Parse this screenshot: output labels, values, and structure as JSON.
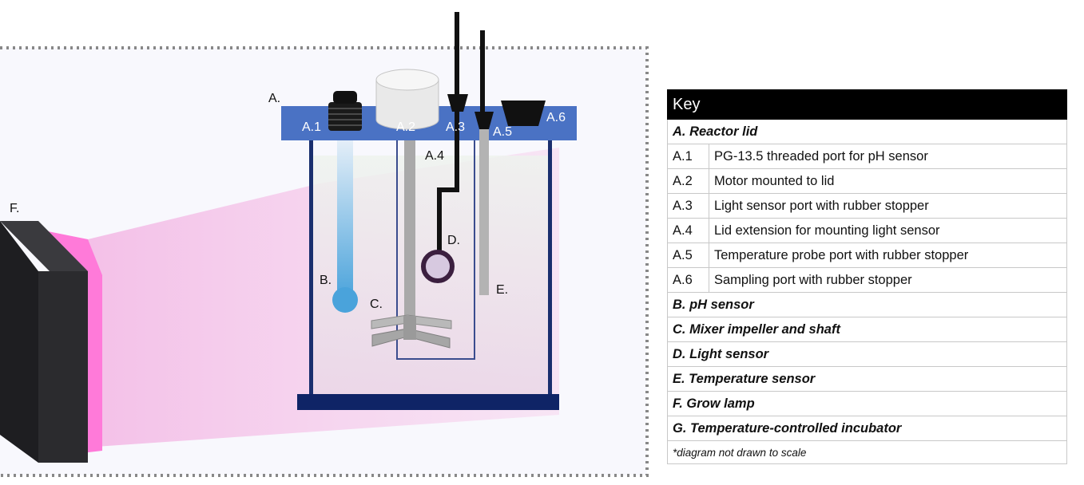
{
  "labels": {
    "A": "A.",
    "A1": "A.1",
    "A2": "A.2",
    "A3": "A.3",
    "A4": "A.4",
    "A5": "A.5",
    "A6": "A.6",
    "B": "B.",
    "C": "C.",
    "D": "D.",
    "E": "E.",
    "F": "F."
  },
  "key": {
    "title": "Key",
    "section_a": "A. Reactor lid",
    "items": [
      {
        "code": "A.1",
        "desc": "PG-13.5 threaded port for pH sensor"
      },
      {
        "code": "A.2",
        "desc": "Motor mounted to lid"
      },
      {
        "code": "A.3",
        "desc": "Light sensor port with rubber stopper"
      },
      {
        "code": "A.4",
        "desc": "Lid extension for mounting light sensor"
      },
      {
        "code": "A.5",
        "desc": "Temperature probe port with rubber stopper"
      },
      {
        "code": "A.6",
        "desc": "Sampling port with rubber stopper"
      }
    ],
    "sections": [
      "B. pH sensor",
      "C. Mixer impeller and shaft",
      "D. Light sensor",
      "E. Temperature sensor",
      "F.  Grow lamp",
      "G. Temperature-controlled incubator"
    ],
    "note": "*diagram not drawn to scale"
  },
  "colors": {
    "lid": "#4a72c4",
    "vessel_frame": "#1a2f6e",
    "base": "#0f2466",
    "lamp_body": "#2b2b2e",
    "lamp_glow": "#ff7ad9",
    "light_beam": "#f6c8ea",
    "incubator_border": "#888888"
  }
}
